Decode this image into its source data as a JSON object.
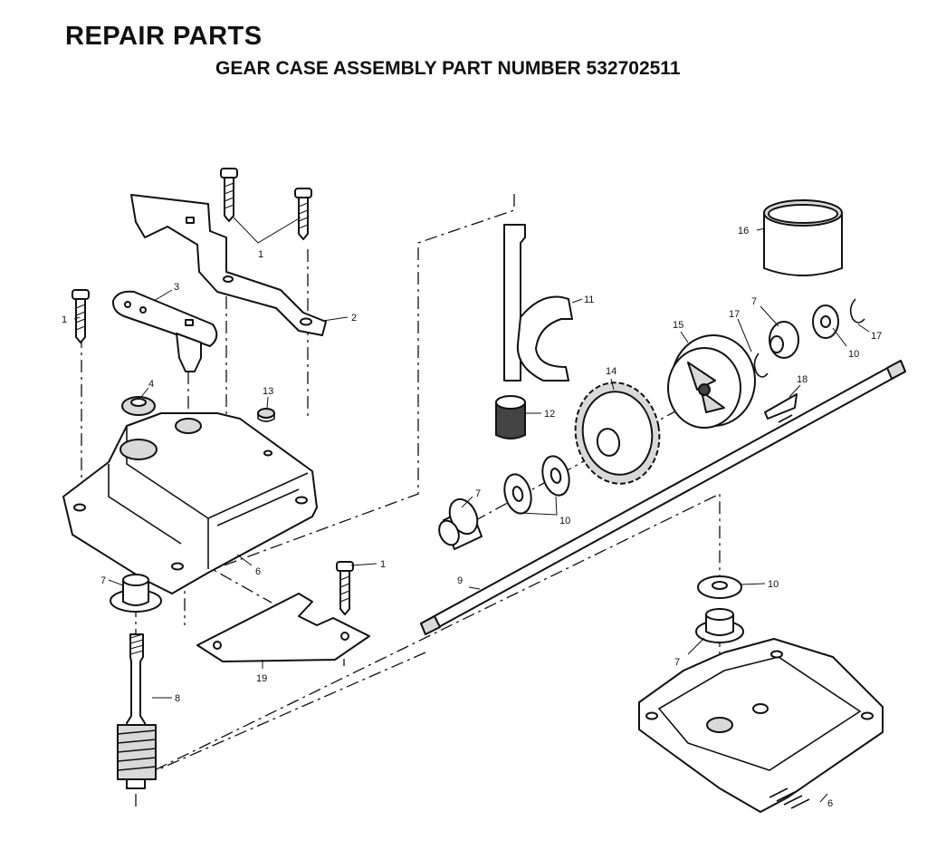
{
  "header": {
    "title": "REPAIR PARTS",
    "subtitle": "GEAR CASE ASSEMBLY PART NUMBER 532702511"
  },
  "callouts": [
    {
      "id": "1a",
      "text": "1"
    },
    {
      "id": "1b",
      "text": "1"
    },
    {
      "id": "1c",
      "text": "1"
    },
    {
      "id": "2",
      "text": "2"
    },
    {
      "id": "3",
      "text": "3"
    },
    {
      "id": "4",
      "text": "4"
    },
    {
      "id": "6a",
      "text": "6"
    },
    {
      "id": "6b",
      "text": "6"
    },
    {
      "id": "7a",
      "text": "7"
    },
    {
      "id": "7b",
      "text": "7"
    },
    {
      "id": "7c",
      "text": "7"
    },
    {
      "id": "7d",
      "text": "7"
    },
    {
      "id": "8",
      "text": "8"
    },
    {
      "id": "9",
      "text": "9"
    },
    {
      "id": "10a",
      "text": "10"
    },
    {
      "id": "10b",
      "text": "10"
    },
    {
      "id": "10c",
      "text": "10"
    },
    {
      "id": "11",
      "text": "11"
    },
    {
      "id": "12",
      "text": "12"
    },
    {
      "id": "13",
      "text": "13"
    },
    {
      "id": "14",
      "text": "14"
    },
    {
      "id": "15",
      "text": "15"
    },
    {
      "id": "16",
      "text": "16"
    },
    {
      "id": "17a",
      "text": "17"
    },
    {
      "id": "17b",
      "text": "17"
    },
    {
      "id": "18",
      "text": "18"
    },
    {
      "id": "19",
      "text": "19"
    }
  ]
}
